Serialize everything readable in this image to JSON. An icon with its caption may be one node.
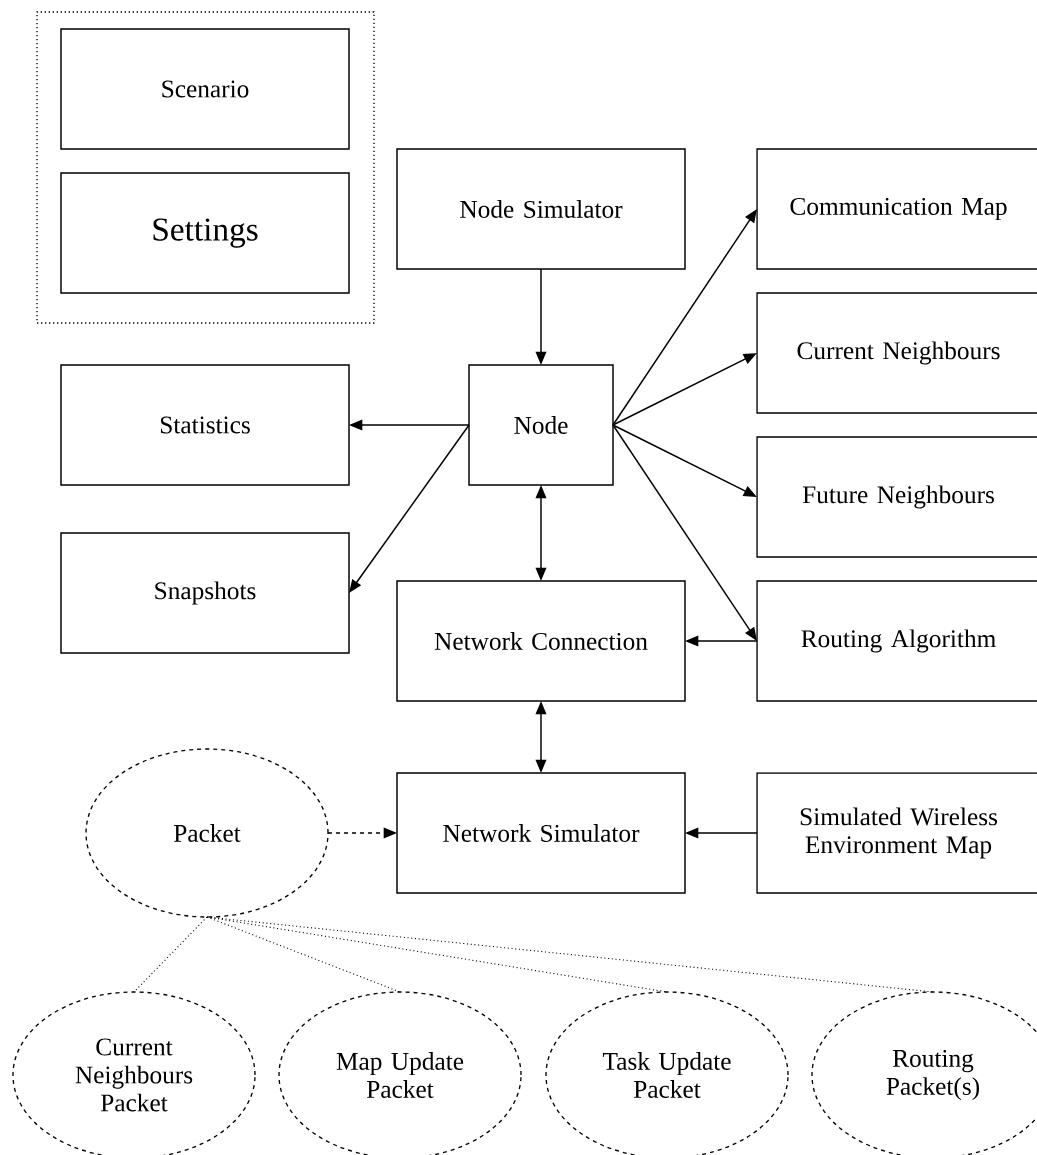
{
  "diagram": {
    "nodes": [
      {
        "text": [],
        "shape": "box"
      },
      {
        "text": [
          "Scenario"
        ],
        "in": 0
      },
      {
        "text": [
          "Settings"
        ],
        "in": 0
      },
      {
        "text": [
          "Node Simulator"
        ]
      },
      {
        "text": [
          "Communication Map"
        ]
      },
      {
        "text": [
          "Statistics"
        ]
      },
      {
        "text": [
          "Node"
        ]
      },
      {
        "text": [
          "Current Neighbours"
        ]
      },
      {
        "text": [
          "Future Neighbours"
        ]
      },
      {
        "text": [
          "Snapshots"
        ]
      },
      {
        "text": [
          "Network Connection"
        ]
      },
      {
        "text": [
          "Routing Algorithm"
        ]
      },
      {
        "text": [
          "Packet"
        ]
      },
      {
        "text": [
          "Network Simulator"
        ]
      },
      {
        "text": [
          "Simulated Wireless Environment Map"
        ]
      },
      {
        "text": [
          "Current Neighbours Packet"
        ]
      },
      {
        "text": [
          "Map Update Packet"
        ]
      },
      {
        "text": [
          "Task Update Packet"
        ]
      },
      {
        "text": [
          "Routing Packet(s)"
        ]
      }
    ],
    "edges": [
      {
        "from": 3,
        "to": 6,
        "arrow": "to"
      },
      {
        "from": 6,
        "to": 5,
        "arrow": "to"
      },
      {
        "from": 6,
        "to": 9,
        "arrow": "to"
      },
      {
        "from": 6,
        "to": 4,
        "arrow": "to"
      },
      {
        "from": 6,
        "to": 7,
        "arrow": "to"
      },
      {
        "from": 6,
        "to": 8,
        "arrow": "to"
      },
      {
        "from": 6,
        "to": 11,
        "arrow": "to"
      },
      {
        "from": 6,
        "to": 10,
        "arrow": "both"
      },
      {
        "from": 11,
        "to": 10,
        "arrow": "to"
      },
      {
        "from": 10,
        "to": 13,
        "arrow": "both"
      },
      {
        "from": 12,
        "to": 13,
        "arrow": "to",
        "style": "dashed"
      },
      {
        "from": 14,
        "to": 13,
        "arrow": "to"
      },
      {
        "from": 12,
        "to": 15,
        "arrow": "none",
        "style": "dashed"
      },
      {
        "from": 12,
        "to": 16,
        "arrow": "none",
        "style": "dashed"
      },
      {
        "from": 12,
        "to": 17,
        "arrow": "none",
        "style": "dashed"
      },
      {
        "from": 12,
        "to": 18,
        "arrow": "none",
        "style": "dashed"
      }
    ]
  }
}
